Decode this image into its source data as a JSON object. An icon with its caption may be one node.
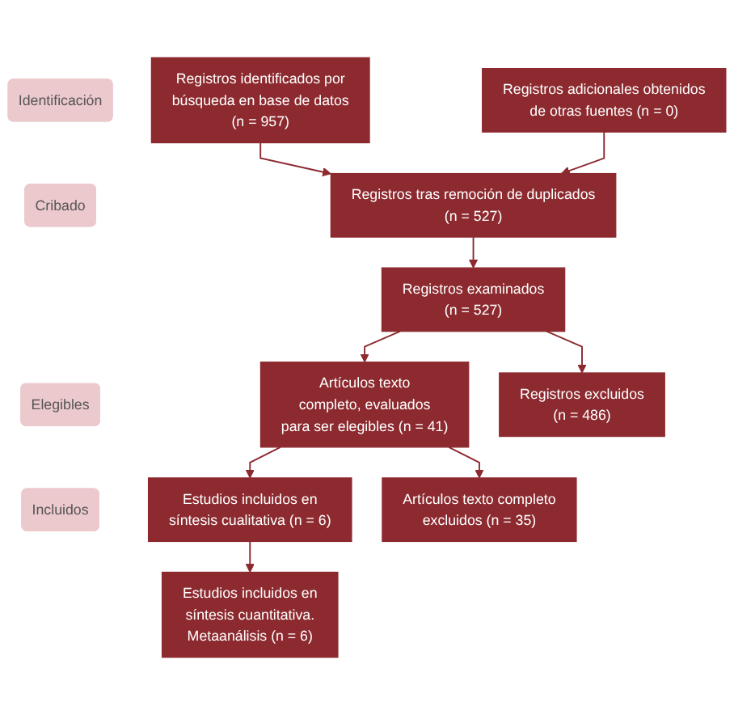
{
  "diagram": {
    "nodes": [
      {
        "text": [
          "Identificación"
        ]
      },
      {
        "text": [
          "Registros identificados por búsqueda en base de datos (n = 957)"
        ]
      },
      {
        "text": [
          "Registros adicionales obtenidos de otras fuentes (n = 0)"
        ]
      },
      {
        "text": [
          "Registros tras remoción de duplicados (n = 527)"
        ]
      },
      {
        "text": [
          "Cribado"
        ]
      },
      {
        "text": [
          "Registros examinados (n = 527)"
        ]
      },
      {
        "text": [
          "Registros excluidos (n = 486)"
        ]
      },
      {
        "text": [
          "Elegibles"
        ]
      },
      {
        "text": [
          "Artículos texto completo, evaluados para ser elegibles (n = 41)"
        ]
      },
      {
        "text": [
          "Artículos texto completo excluidos (n = 35)"
        ]
      },
      {
        "text": [
          "Estudios incluidos en síntesis cualitativa (n = 6)"
        ]
      },
      {
        "text": [
          "Incluidos"
        ]
      },
      {
        "text": [
          "Estudios incluidos en síntesis cuantitativa. Metaanálisis (n = 6)"
        ]
      }
    ],
    "edges": [
      {
        "from": 1,
        "to": 3,
        "arrow": "to"
      },
      {
        "from": 2,
        "to": 3,
        "arrow": "to"
      },
      {
        "from": 3,
        "to": 5,
        "arrow": "to"
      },
      {
        "from": 5,
        "to": 8,
        "arrow": "to"
      },
      {
        "from": 5,
        "to": 6,
        "arrow": "to"
      },
      {
        "from": 8,
        "to": 10,
        "arrow": "to"
      },
      {
        "from": 8,
        "to": 9,
        "arrow": "to"
      },
      {
        "from": 10,
        "to": 12,
        "arrow": "to"
      }
    ]
  }
}
